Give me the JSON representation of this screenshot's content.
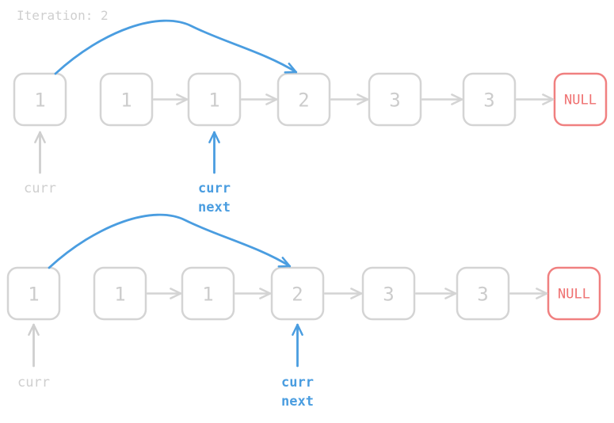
{
  "header": {
    "iteration_label": "Iteration: 2"
  },
  "colors": {
    "node_stroke": "#d4d4d4",
    "node_text": "#cccccc",
    "null_stroke": "#f08080",
    "null_text": "#ef7070",
    "pointer_muted": "#cfcfcf",
    "pointer_active": "#4a9de0"
  },
  "diagrams": [
    {
      "nodes": [
        "1",
        "1",
        "1",
        "2",
        "3",
        "3",
        "NULL"
      ],
      "links": [
        [
          1,
          2
        ],
        [
          2,
          3
        ],
        [
          3,
          4
        ],
        [
          4,
          5
        ],
        [
          5,
          6
        ]
      ],
      "skip_link": {
        "from": 0,
        "to": 3
      },
      "pointers": [
        {
          "node": 0,
          "labels": [
            "curr"
          ],
          "style": "muted"
        },
        {
          "node": 2,
          "labels": [
            "curr",
            "next"
          ],
          "style": "active"
        }
      ]
    },
    {
      "nodes": [
        "1",
        "1",
        "1",
        "2",
        "3",
        "3",
        "NULL"
      ],
      "links": [
        [
          1,
          2
        ],
        [
          2,
          3
        ],
        [
          3,
          4
        ],
        [
          4,
          5
        ],
        [
          5,
          6
        ]
      ],
      "skip_link": {
        "from": 0,
        "to": 3
      },
      "pointers": [
        {
          "node": 0,
          "labels": [
            "curr"
          ],
          "style": "muted"
        },
        {
          "node": 3,
          "labels": [
            "curr",
            "next"
          ],
          "style": "active"
        }
      ]
    }
  ]
}
